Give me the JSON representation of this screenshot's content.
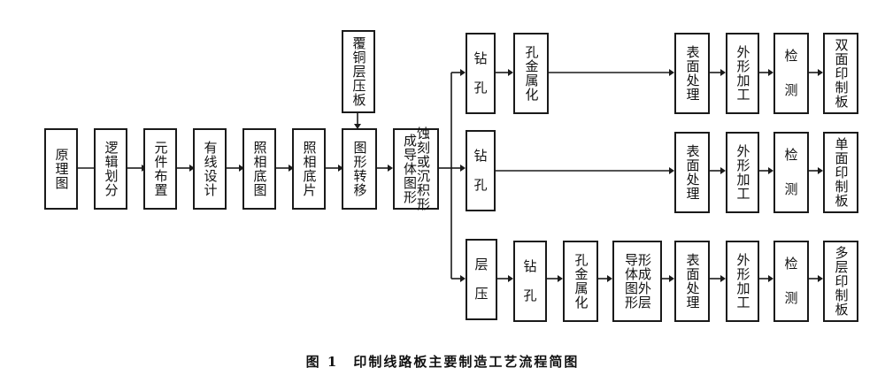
{
  "nodes": {
    "yuanlitu": "原理图",
    "luojihuafen": "逻辑划分",
    "yuanjianbuzhi": "元件布置",
    "youxiansheji": "有线设计",
    "zhaoxiangditu": "照相底图",
    "zhaoxiangdipian": "照相底片",
    "fugongcengyaban": "覆铜层压板",
    "tuxingzhuanyi": "图形转移",
    "shike_chenji": [
      "成导体图形",
      "蚀刻或沉积形"
    ],
    "zuankong": "钻孔",
    "kongjinshuhua": "孔金属化",
    "biaomianchuli": "表面处理",
    "waixingjiagong": "外形加工",
    "jiance": "检测",
    "shuangmianyinzhiban": "双面印制板",
    "danmianyinzhiban": "单面印制板",
    "duocengyinzhiban": "多层印制板",
    "cengya": "层压",
    "daotituxing_waiceng": [
      "导体图形",
      "形成外层"
    ]
  },
  "caption": "图 1　印制线路板主要制造工艺流程简图"
}
